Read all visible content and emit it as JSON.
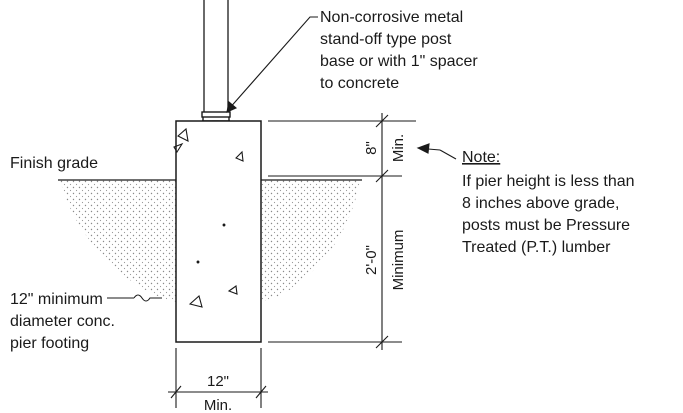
{
  "callouts": {
    "post_base": [
      "Non-corrosive metal",
      "stand-off type post",
      "base or with 1\" spacer",
      "to concrete"
    ],
    "finish_grade": "Finish grade",
    "pier": [
      "12\" minimum",
      "diameter conc.",
      "pier footing"
    ]
  },
  "note": {
    "title": "Note:",
    "lines": [
      "If pier height is less than",
      "8 inches above grade,",
      "posts must be Pressure",
      "Treated (P.T.) lumber"
    ]
  },
  "dimensions": {
    "above_grade_value": "8\"",
    "above_grade_qualifier": "Min.",
    "depth_value": "2'-0\"",
    "depth_qualifier": "Minimum",
    "width_value": "12\"",
    "width_qualifier": "Min."
  },
  "colors": {
    "line": "#1a1a1a",
    "soil_dots": "#8a8a8a"
  }
}
